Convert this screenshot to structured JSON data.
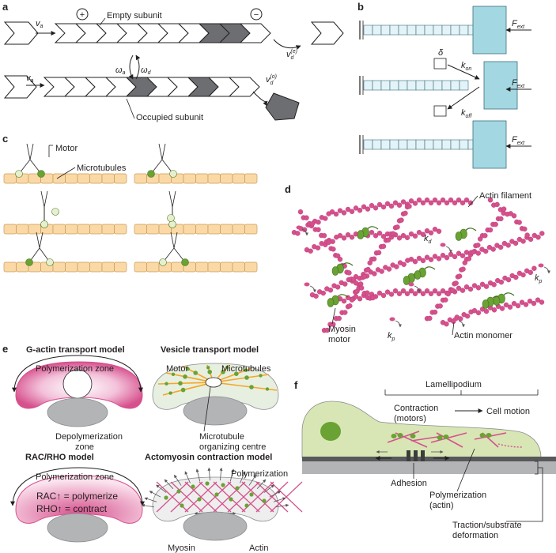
{
  "panels": {
    "a": "a",
    "b": "b",
    "c": "c",
    "d": "d",
    "e": "e",
    "f": "f"
  },
  "a": {
    "plus": "+",
    "minus": "−",
    "empty_subunit": "Empty subunit",
    "occupied_subunit": "Occupied subunit",
    "va": "v",
    "va_sub": "a",
    "wa": "ω",
    "wa_sub": "a",
    "wd": "ω",
    "wd_sub": "d",
    "vd": "v",
    "vd_e_sub": "d",
    "vd_e_sup": "(e)",
    "vd_o_sup": "(o)"
  },
  "b": {
    "F": "F",
    "F_sub": "ext",
    "delta": "δ",
    "k": "k",
    "kon_sub": "on",
    "koff_sub": "off"
  },
  "c": {
    "motor": "Motor",
    "microtubules": "Microtubules"
  },
  "d": {
    "actin_filament": "Actin filament",
    "myosin_motor_1": "Myosin",
    "myosin_motor_2": "motor",
    "actin_monomer": "Actin monomer",
    "k": "k",
    "kd_sub": "d",
    "kp_sub": "p"
  },
  "e": {
    "title_gactin": "G-actin transport model",
    "title_vesicle": "Vesicle transport model",
    "title_racrho": "RAC/RHO model",
    "title_actomyosin": "Actomyosin contraction model",
    "polymerization_zone": "Polymerization zone",
    "depolymerization_1": "Depolymerization",
    "depolymerization_2": "zone",
    "motor": "Motor",
    "microtubules": "Microtubules",
    "mtoc_1": "Microtubule",
    "mtoc_2": "organizing centre",
    "rac": "RAC↑ = polymerize",
    "rho": "RHO↑ = contract",
    "polymerization": "Polymerization",
    "myosin": "Myosin",
    "actin": "Actin"
  },
  "f": {
    "lamellipodium": "Lamellipodium",
    "contraction_1": "Contraction",
    "contraction_2": "(motors)",
    "cell_motion": "Cell motion",
    "adhesion": "Adhesion",
    "polymerization_1": "Polymerization",
    "polymerization_2": "(actin)",
    "traction_1": "Traction/substrate",
    "traction_2": "deformation"
  },
  "colors": {
    "dark_subunit": "#6d6e71",
    "light_blue": "#a3d8e3",
    "tan": "#fbd9a6",
    "green": "#6aa233",
    "pink": "#d6508d",
    "pink_light": "#f4c6dc",
    "cell_green": "#d8e6b5",
    "grey": "#b2b4b6",
    "orange": "#f6a623"
  }
}
